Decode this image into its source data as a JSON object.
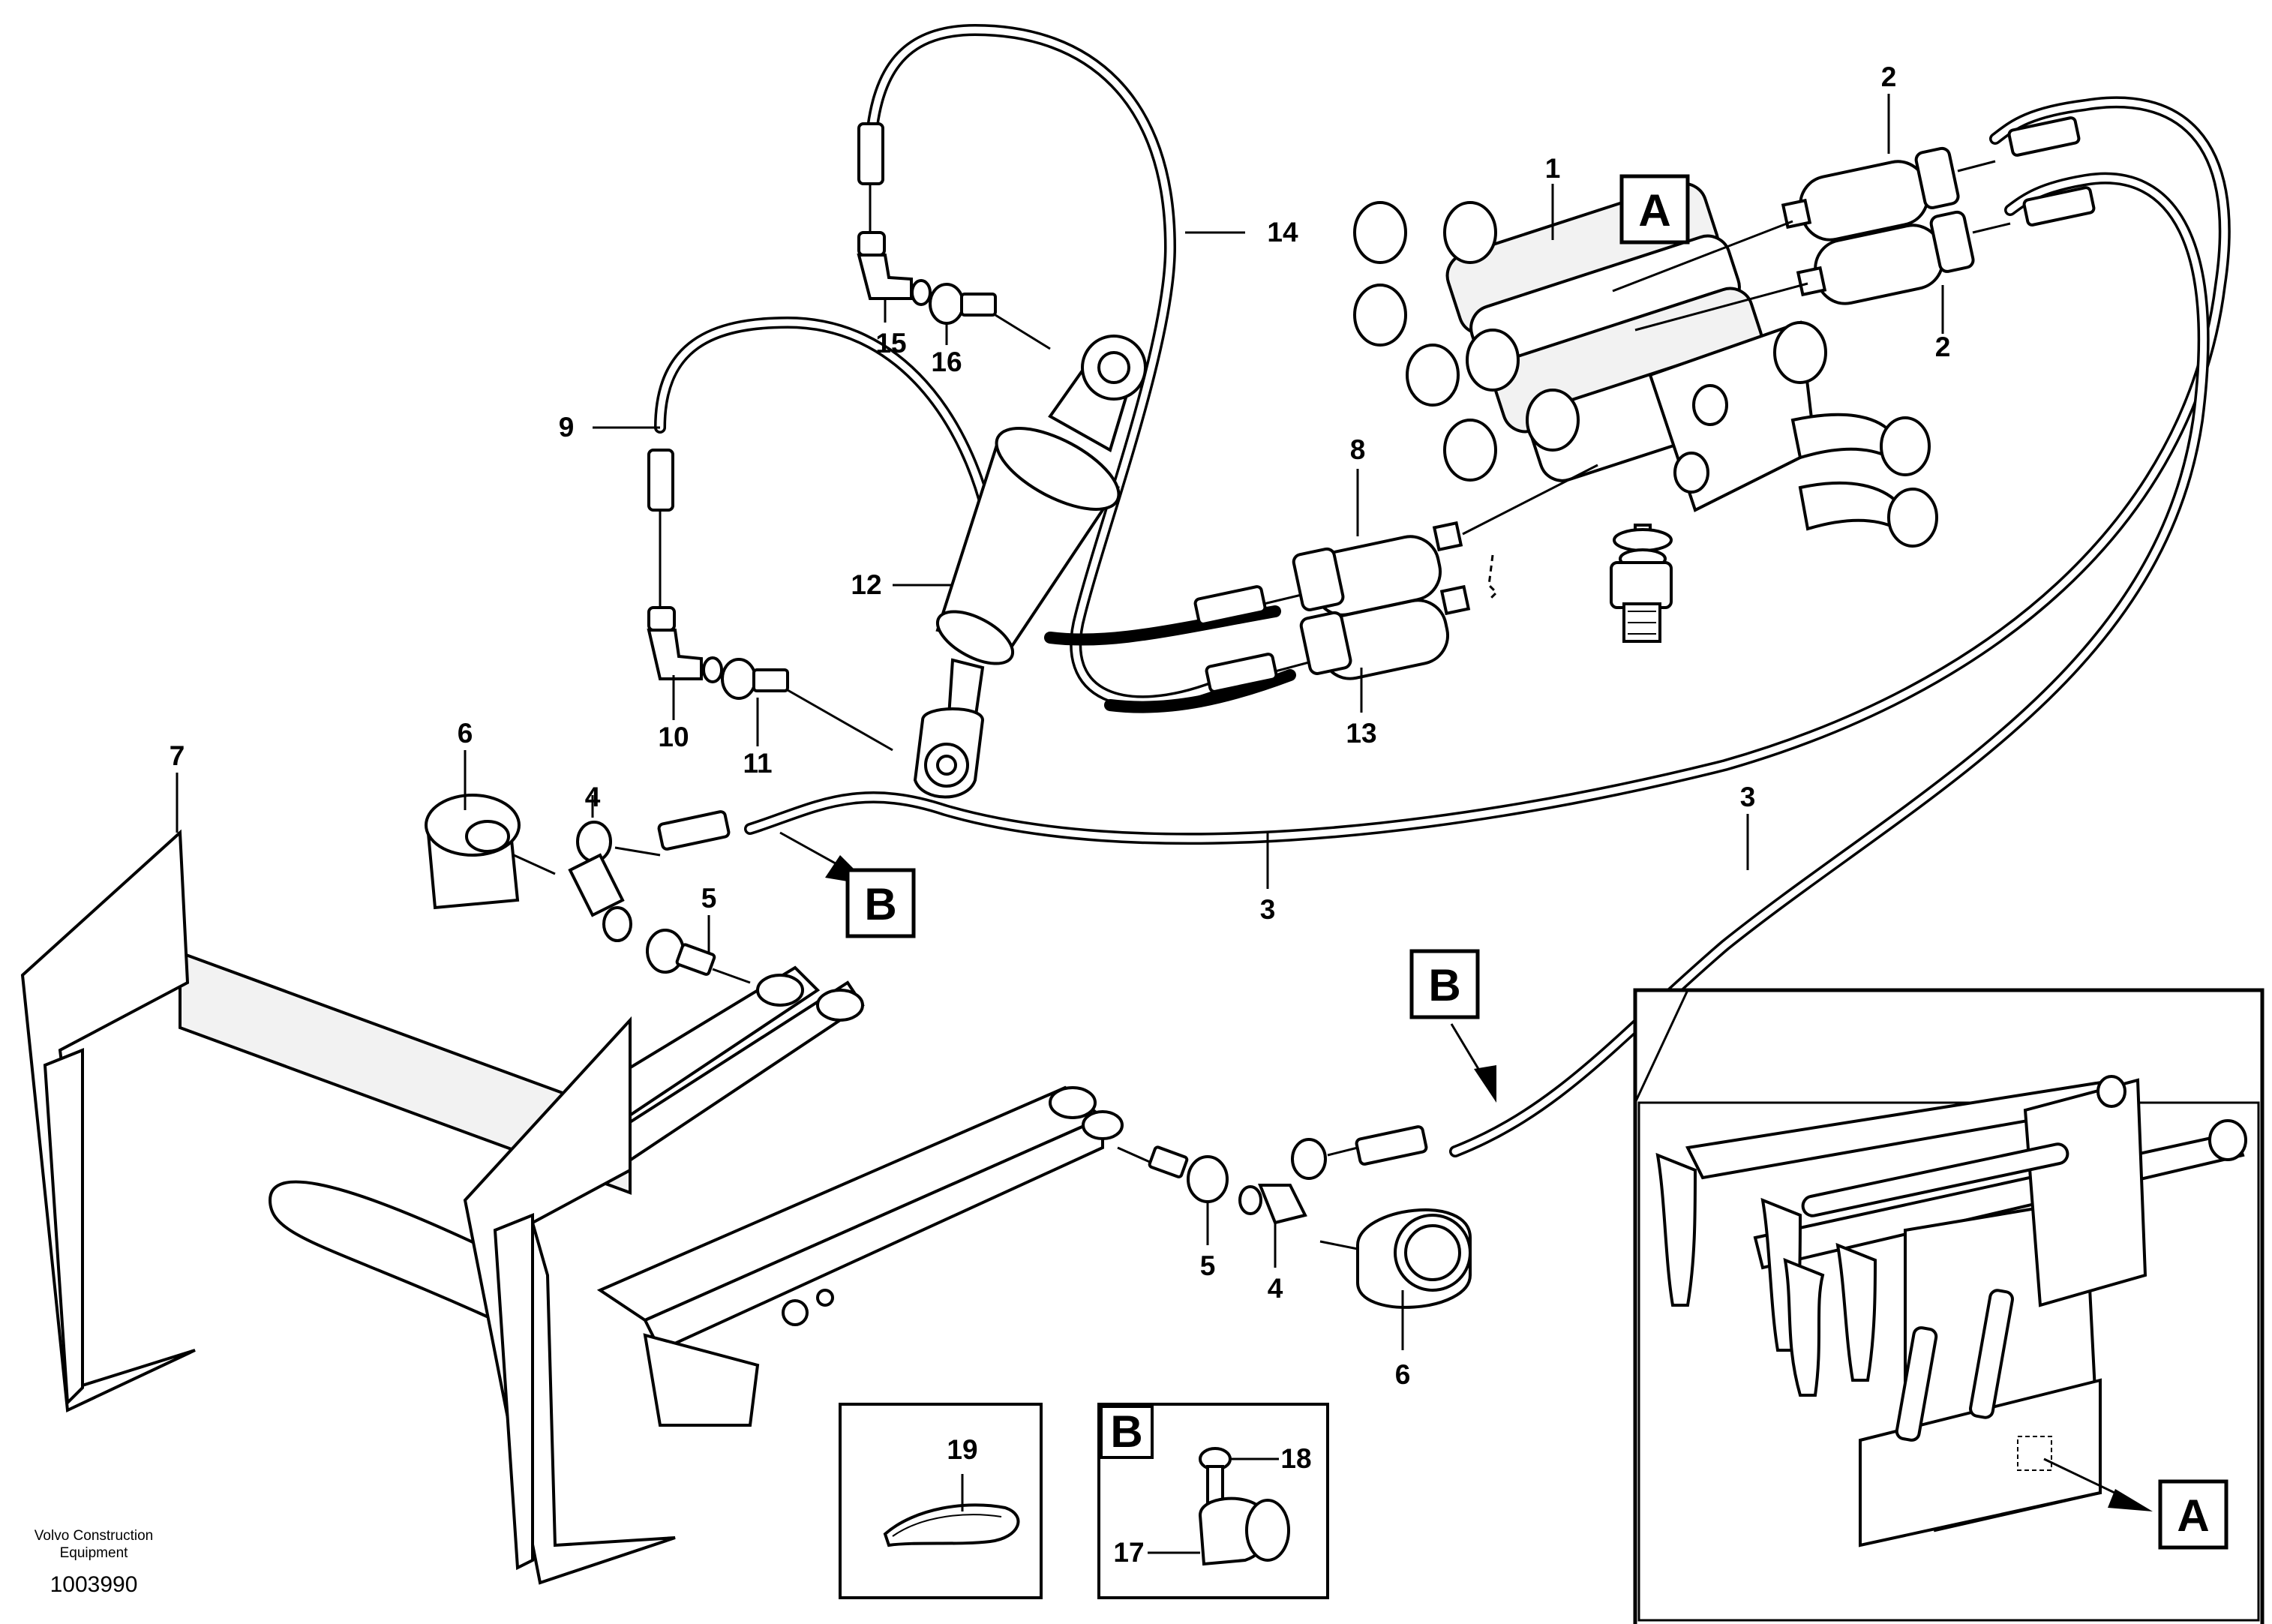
{
  "diagram": {
    "part_labels": [
      "1",
      "2",
      "2",
      "3",
      "3",
      "4",
      "4",
      "5",
      "5",
      "6",
      "6",
      "7",
      "8",
      "9",
      "10",
      "11",
      "12",
      "13",
      "14",
      "15",
      "16",
      "17",
      "18",
      "19"
    ],
    "detail_labels": {
      "a_top": "A",
      "a_inset": "A",
      "b_main": "B",
      "b_lower": "B",
      "b_box": "B"
    },
    "credit_line1": "Volvo Construction",
    "credit_line2": "Equipment",
    "doc_number": "1003990"
  }
}
